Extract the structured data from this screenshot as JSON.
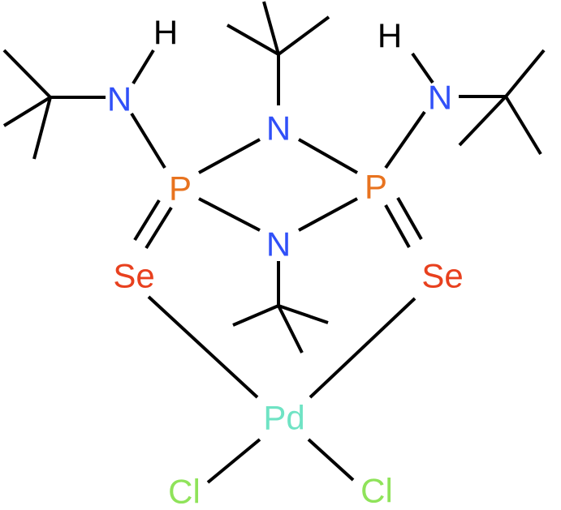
{
  "molecule": {
    "atoms": {
      "h_left": {
        "label": "H",
        "color": "#000000"
      },
      "n_left": {
        "label": "N",
        "color": "#3050F8"
      },
      "n_top": {
        "label": "N",
        "color": "#3050F8"
      },
      "h_right": {
        "label": "H",
        "color": "#000000"
      },
      "n_right": {
        "label": "N",
        "color": "#3050F8"
      },
      "p_left": {
        "label": "P",
        "color": "#FF8000"
      },
      "p_right": {
        "label": "P",
        "color": "#FF8000"
      },
      "n_bottom": {
        "label": "N",
        "color": "#3050F8"
      },
      "se_left": {
        "label": "Se",
        "color": "#FFA100"
      },
      "se_right": {
        "label": "Se",
        "color": "#FFA100"
      },
      "pd": {
        "label": "Pd",
        "color": "#006985"
      },
      "cl_left": {
        "label": "Cl",
        "color": "#1FF01F"
      },
      "cl_right": {
        "label": "Cl",
        "color": "#1FF01F"
      }
    },
    "colors": {
      "bond": "#000000",
      "nitrogen": "#3050F8",
      "phosphorus": "#E8731F",
      "selenium": "#E8401E",
      "palladium": "#6FE3C4",
      "chlorine": "#8FE35A"
    }
  }
}
